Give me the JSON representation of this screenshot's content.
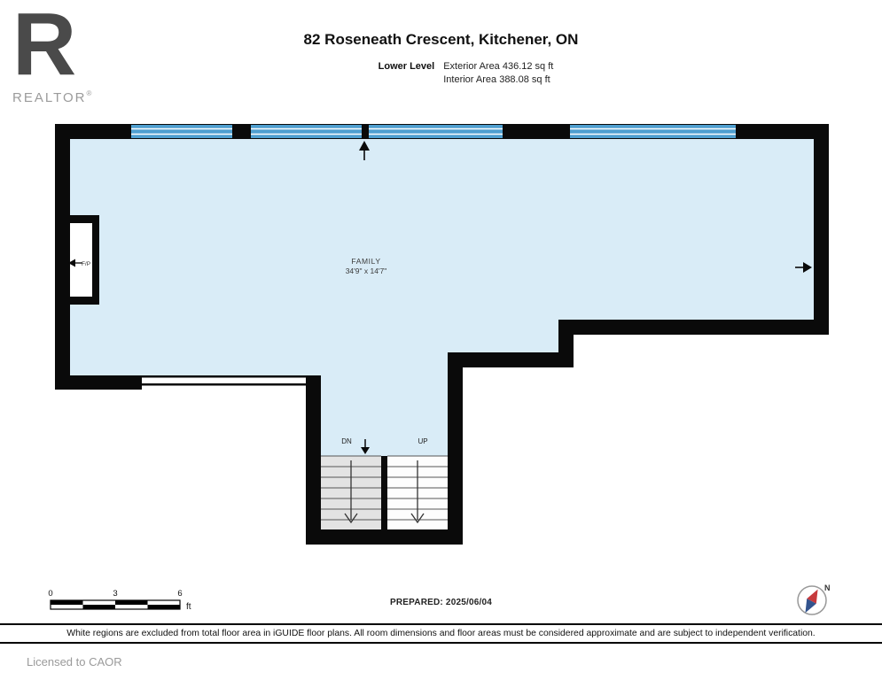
{
  "header": {
    "title": "82 Roseneath Crescent, Kitchener, ON",
    "level_label": "Lower Level",
    "exterior_area": "Exterior Area 436.12 sq ft",
    "interior_area": "Interior Area 388.08 sq ft"
  },
  "logo": {
    "letter": "R",
    "wordmark": "REALTOR",
    "registered": "®"
  },
  "plan": {
    "room_name": "FAMILY",
    "room_dimensions": "34'9\" x 14'7\"",
    "fireplace_label": "F/P",
    "stairs_down_label": "DN",
    "stairs_up_label": "UP"
  },
  "footer": {
    "scale_ticks": {
      "zero": "0",
      "three": "3",
      "six": "6",
      "unit": "ft"
    },
    "prepared": "PREPARED: 2025/06/04",
    "compass_label": "N",
    "disclaimer": "White regions are excluded from total floor area in iGUIDE floor plans. All room dimensions and floor areas must be considered approximate and are subject to independent verification.",
    "license": "Licensed to CAOR"
  },
  "colors": {
    "interior_fill": "#d9ecf7",
    "wall": "#0a0a0a",
    "window_fill": "#4f9fd0"
  }
}
